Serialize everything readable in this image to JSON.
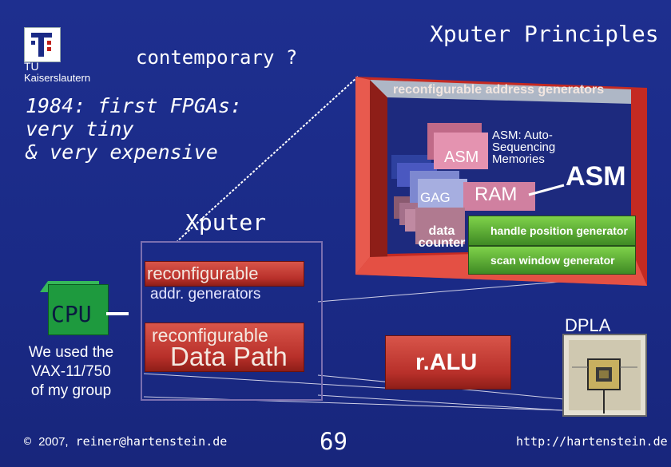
{
  "header": {
    "logo_text": "TU",
    "institution": "Kaiserslautern",
    "question": "contemporary ?",
    "title": "Xputer Principles"
  },
  "intro": {
    "fpga_text": "1984: first FPGAs:\nvery tiny\n& very expensive",
    "xputer_label": "Xputer"
  },
  "block": {
    "reconfig1_title": "reconfigurable",
    "reconfig1_sub": "addr. generators",
    "reconfig2_title": "reconfigurable",
    "reconfig2_sub": "Data Path"
  },
  "cpu": {
    "label": "CPU",
    "note": "We used the VAX-11/750 of my group"
  },
  "diagram3d": {
    "top_label": "reconfigurable address generators",
    "asm_box": "ASM",
    "asm_desc": "ASM: Auto-Sequencing Memories",
    "gag": "GAG",
    "ram": "RAM",
    "data_counter": "data counter",
    "handle": "handle position generator",
    "scan": "scan window generator",
    "asm_callout": "ASM"
  },
  "right": {
    "ralu": "r.ALU",
    "dpla": "DPLA"
  },
  "footer": {
    "copyright": "©",
    "year": "2007,",
    "email": "reiner@hartenstein.de",
    "page": "69",
    "url": "http://hartenstein.de"
  },
  "colors": {
    "background": "#1c2c8a",
    "red": "#d8443a",
    "green": "#3a8a2a",
    "cpu_green": "#1e9a3e"
  }
}
